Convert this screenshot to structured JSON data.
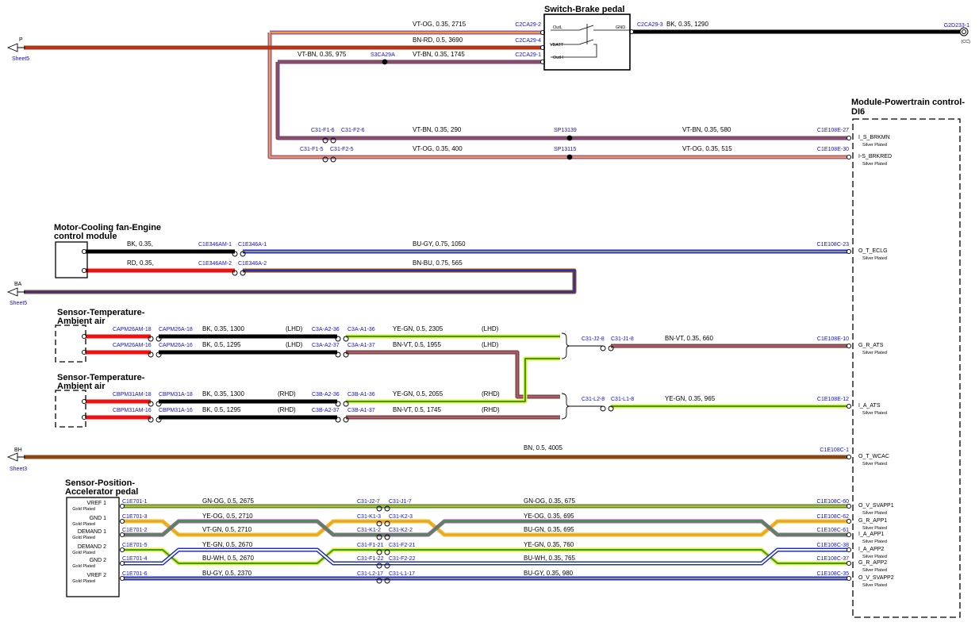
{
  "colors": {
    "VT-OG": [
      "#9b5aa8",
      "#f0a030"
    ],
    "BN-RD": [
      "#8b4513",
      "#e02020"
    ],
    "VT-BN": [
      "#7a3ca0",
      "#8b5a2b"
    ],
    "BK": [
      "#000000",
      null
    ],
    "RD": [
      "#ee1111",
      null
    ],
    "BU-GY": [
      "#2030c0",
      "#909090"
    ],
    "BN-BU": [
      "#8b4513",
      "#2030c0"
    ],
    "YE-GN": [
      "#e8e830",
      "#30a030"
    ],
    "BN-VT": [
      "#8b4513",
      "#9b5aa8"
    ],
    "BN": [
      "#8b4513",
      null
    ],
    "GN-OG": [
      "#30a030",
      "#f0a030"
    ],
    "YE-OG": [
      "#e8c020",
      "#f0a030"
    ],
    "VT-GN": [
      "#9b5aa8",
      "#30a030"
    ],
    "BU-GN": [
      "#2030c0",
      "#30a030"
    ],
    "BU-WH": [
      "#2030c0",
      "#ffffff"
    ]
  },
  "components": {
    "brake": {
      "title": "Switch-Brake pedal",
      "pins": [
        "OutL",
        "VBATT",
        "OutH"
      ],
      "gnd": "GND"
    },
    "pcm": {
      "title1": "Module-Powertrain control-",
      "title2": "DI6"
    },
    "fan": {
      "title1": "Motor-Cooling fan-Engine",
      "title2": "control module"
    },
    "amb1": {
      "title1": "Sensor-Temperature-",
      "title2": "Ambient air"
    },
    "amb2": {
      "title1": "Sensor-Temperature-",
      "title2": "Ambient air"
    },
    "app": {
      "title1": "Sensor-Position-",
      "title2": "Accelerator pedal",
      "plating": "Gold Plated",
      "pins": [
        "VREF 1",
        "GND 1",
        "DEMAND 1",
        "DEMAND 2",
        "GND 2",
        "VREF 2"
      ]
    }
  },
  "pcm_pins": [
    {
      "name": "I_S_BRKMN",
      "plating": "Silver Plated"
    },
    {
      "name": "I-S_BRKRED",
      "plating": "Silver Plated"
    },
    {
      "name": "O_T_ECLG",
      "plating": "Silver Plated"
    },
    {
      "name": "G_R_ATS",
      "plating": "Silver Plated"
    },
    {
      "name": "I_A_ATS",
      "plating": "Silver Plated"
    },
    {
      "name": "O_T_WCAC",
      "plating": "Silver Plated"
    },
    {
      "name": "O_V_SVAPP1",
      "plating": "Silver Plated"
    },
    {
      "name": "G_R_APP1",
      "plating": "Silver Plated"
    },
    {
      "name": "I_A_APP1",
      "plating": "Silver Plated"
    },
    {
      "name": "I_A_APP2",
      "plating": "Silver Plated"
    },
    {
      "name": "G_R_APP2",
      "plating": "Silver Plated"
    },
    {
      "name": "O_V_SVAPP2",
      "plating": "Silver Plated"
    }
  ],
  "offsheet": [
    {
      "label": "P",
      "sheet": "Sheet5"
    },
    {
      "label": "BA",
      "sheet": "Sheet5"
    },
    {
      "label": "BH",
      "sheet": "Sheet3"
    }
  ],
  "ground": {
    "label": "G2D233-1",
    "note": "(CC)"
  },
  "wires": {
    "w01": "VT-OG,  0.35,  2715",
    "w02": "BN-RD,  0.5,  3690",
    "w03": "VT-BN,  0.35,  975",
    "w04": "VT-BN,  0.35,  1745",
    "w05": "BK,  0.35,  1290",
    "w06": "VT-BN,  0.35,  290",
    "w07": "VT-BN,  0.35,  580",
    "w08": "VT-OG,  0.35,  400",
    "w09": "VT-OG,  0.35,  515",
    "w10": "BK,  0.35,",
    "w11": "BU-GY,  0.75,  1050",
    "w12": "RD,  0.35,",
    "w13": "BN-BU,  0.75,  565",
    "w14": "BK,  0.35,  1300",
    "w15": "YE-GN,  0.5,  2305",
    "w16": "BK,  0.5,  1295",
    "w17": "BN-VT,  0.5,  1955",
    "w18": "BN-VT,  0.35,  660",
    "w19": "BK,  0.35,  1300",
    "w20": "YE-GN,  0.5,  2055",
    "w21": "BK,  0.5,  1295",
    "w22": "BN-VT,  0.5,  1745",
    "w23": "YE-GN,  0.35,  965",
    "w24": "BN,  0.5,  4005",
    "w25": "GN-OG,  0.5,  2675",
    "w26": "GN-OG,  0.35,  675",
    "w27": "YE-OG,  0.5,  2710",
    "w28": "YE-OG,  0.35,  695",
    "w29": "VT-GN,  0.5,  2710",
    "w30": "BU-GN,  0.35,  695",
    "w31": "YE-GN,  0.5,  2670",
    "w32": "YE-GN,  0.35,  760",
    "w33": "BU-WH,  0.5,  2670",
    "w34": "BU-WH,  0.35,  765",
    "w35": "BU-GY,  0.5,  2370",
    "w36": "BU-GY,  0.35,  980"
  },
  "connectors": {
    "c01": "C2CA29-2",
    "c02": "C2CA29-4",
    "c03": "C2CA29-1",
    "c04": "S3CA29A",
    "c05": "C2CA29-3",
    "c06": "C31-F1-6",
    "c07": "C31-F2-6",
    "c08": "SP13139",
    "c09": "C1E108E-27",
    "c10": "C31-F1-5",
    "c11": "C31-F2-5",
    "c12": "SP13115",
    "c13": "C1E108E-30",
    "c14": "C1E346AM-1",
    "c15": "C1E346A-1",
    "c16": "C1E108C-23",
    "c17": "C1E346AM-2",
    "c18": "C1E346A-2",
    "c19": "CAPM26AM-18",
    "c20": "CAPM26A-18",
    "c21": "C3A-A2-36",
    "c22": "C3A-A1-36",
    "c23": "CAPM26AM-16",
    "c24": "CAPM26A-16",
    "c25": "C3A-A2-37",
    "c26": "C3A-A1-37",
    "c27": "C31-J2-8",
    "c28": "C31-J1-8",
    "c29": "C1E108E-10",
    "c30": "CBPM31AM-18",
    "c31": "CBPM31A-18",
    "c32": "C3B-A2-36",
    "c33": "C3B-A1-36",
    "c34": "CBPM31AM-16",
    "c35": "CBPM31A-16",
    "c36": "C3B-A2-37",
    "c37": "C3B-A1-37",
    "c38": "C31-L2-8",
    "c39": "C31-L1-8",
    "c40": "C1E108E-12",
    "c41": "C1E108C-1",
    "c42": "C1E701-1",
    "c43": "C31-J2-7",
    "c44": "C31-J1-7",
    "c45": "C1E108C-60",
    "c46": "C1E701-3",
    "c47": "C31-K1-3",
    "c48": "C31-K2-3",
    "c49": "C1E108C-62",
    "c50": "C1E701-2",
    "c51": "C31-K1-2",
    "c52": "C31-K2-2",
    "c53": "C1E108C-61",
    "c54": "C1E701-5",
    "c55": "C31-F1-21",
    "c56": "C31-F2-21",
    "c57": "C1E108C-38",
    "c58": "C1E701-4",
    "c59": "C31-F1-22",
    "c60": "C31-F2-22",
    "c61": "C1E108C-37",
    "c62": "C1E701-6",
    "c63": "C31-L2-17",
    "c64": "C31-L1-17",
    "c65": "C1E108C-35"
  },
  "variant": {
    "lhd": "(LHD)",
    "rhd": "(RHD)"
  }
}
